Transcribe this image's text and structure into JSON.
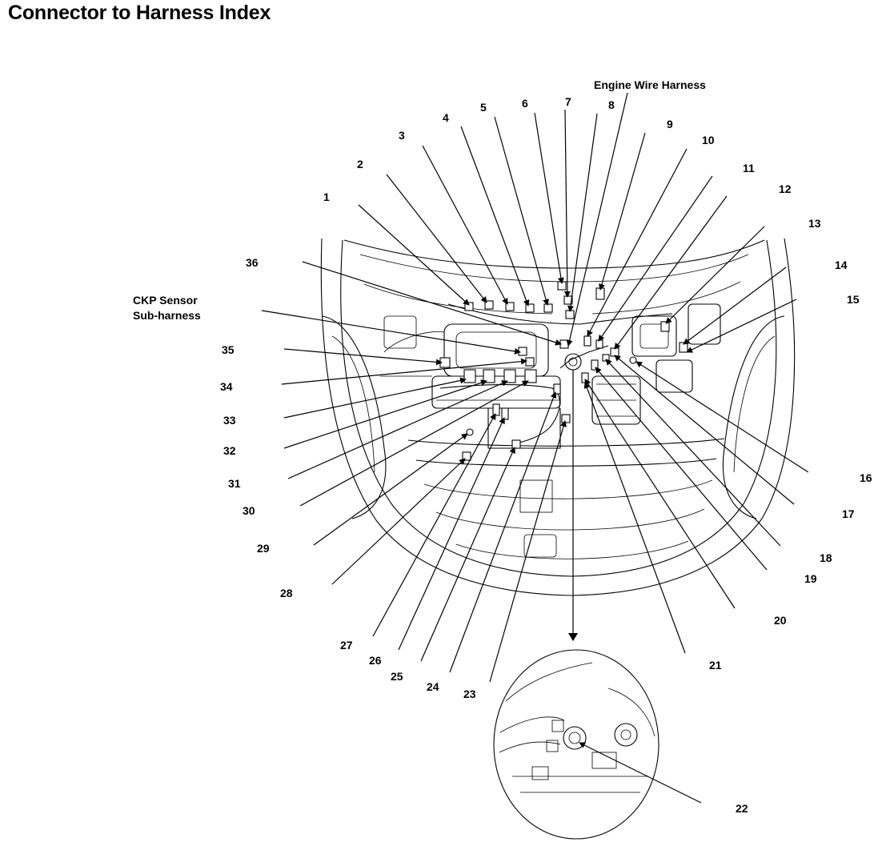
{
  "title": "Connector to Harness Index",
  "harness_labels": {
    "engine": "Engine Wire Harness",
    "ckp_line1": "CKP Sensor",
    "ckp_line2": "Sub-harness"
  },
  "callouts": [
    "1",
    "2",
    "3",
    "4",
    "5",
    "6",
    "7",
    "8",
    "9",
    "10",
    "11",
    "12",
    "13",
    "14",
    "15",
    "16",
    "17",
    "18",
    "19",
    "20",
    "21",
    "22",
    "23",
    "24",
    "25",
    "26",
    "27",
    "28",
    "29",
    "30",
    "31",
    "32",
    "33",
    "34",
    "35",
    "36"
  ]
}
